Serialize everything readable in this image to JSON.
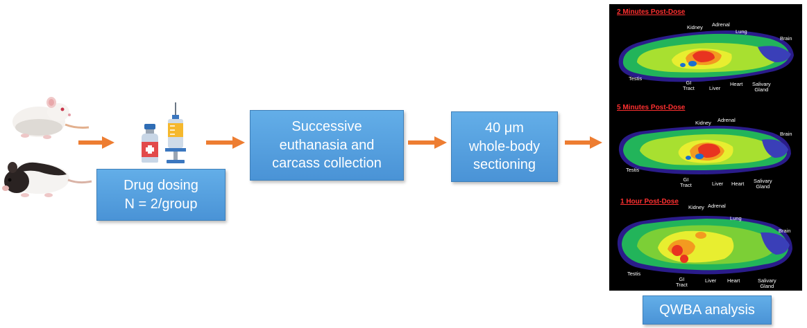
{
  "colors": {
    "box_fill": "#5aa3e0",
    "box_border": "#3f7fb8",
    "arrow": "#ed7d31",
    "panel_bg": "#000000",
    "scan_title": "#ff3030"
  },
  "steps": {
    "dosing": {
      "line1": "Drug dosing",
      "line2": "N = 2/group"
    },
    "euthanasia": {
      "line1": "Successive",
      "line2": "euthanasia and",
      "line3": "carcass collection"
    },
    "sectioning": {
      "line1": "40 μm",
      "line2": "whole-body",
      "line3": "sectioning"
    },
    "analysis": {
      "label": "QWBA analysis"
    }
  },
  "icons": [
    "white-rat-icon",
    "hooded-rat-icon",
    "vial-icon",
    "syringe-icon"
  ],
  "scans": [
    {
      "title": "2 Minutes Post-Dose",
      "labels": {
        "kidney": "Kidney",
        "adrenal": "Adrenal",
        "lung": "Lung",
        "brain": "Brain",
        "testis": "Testis",
        "gi_1": "GI",
        "gi_2": "Tract",
        "liver": "Liver",
        "heart": "Heart",
        "salivary_1": "Salivary",
        "salivary_2": "Gland"
      }
    },
    {
      "title": "5 Minutes Post-Dose",
      "labels": {
        "kidney": "Kidney",
        "adrenal": "Adrenal",
        "brain": "Brain",
        "testis": "Testis",
        "gi_1": "GI",
        "gi_2": "Tract",
        "liver": "Liver",
        "heart": "Heart",
        "salivary_1": "Salivary",
        "salivary_2": "Gland"
      }
    },
    {
      "title": "1 Hour Post-Dose",
      "labels": {
        "kidney": "Kidney",
        "adrenal": "Adrenal",
        "lung": "Lung",
        "brain": "Brain",
        "testis": "Testis",
        "gi_1": "GI",
        "gi_2": "Tract",
        "liver": "Liver",
        "heart": "Heart",
        "salivary_1": "Salivary",
        "salivary_2": "Gland"
      }
    }
  ]
}
